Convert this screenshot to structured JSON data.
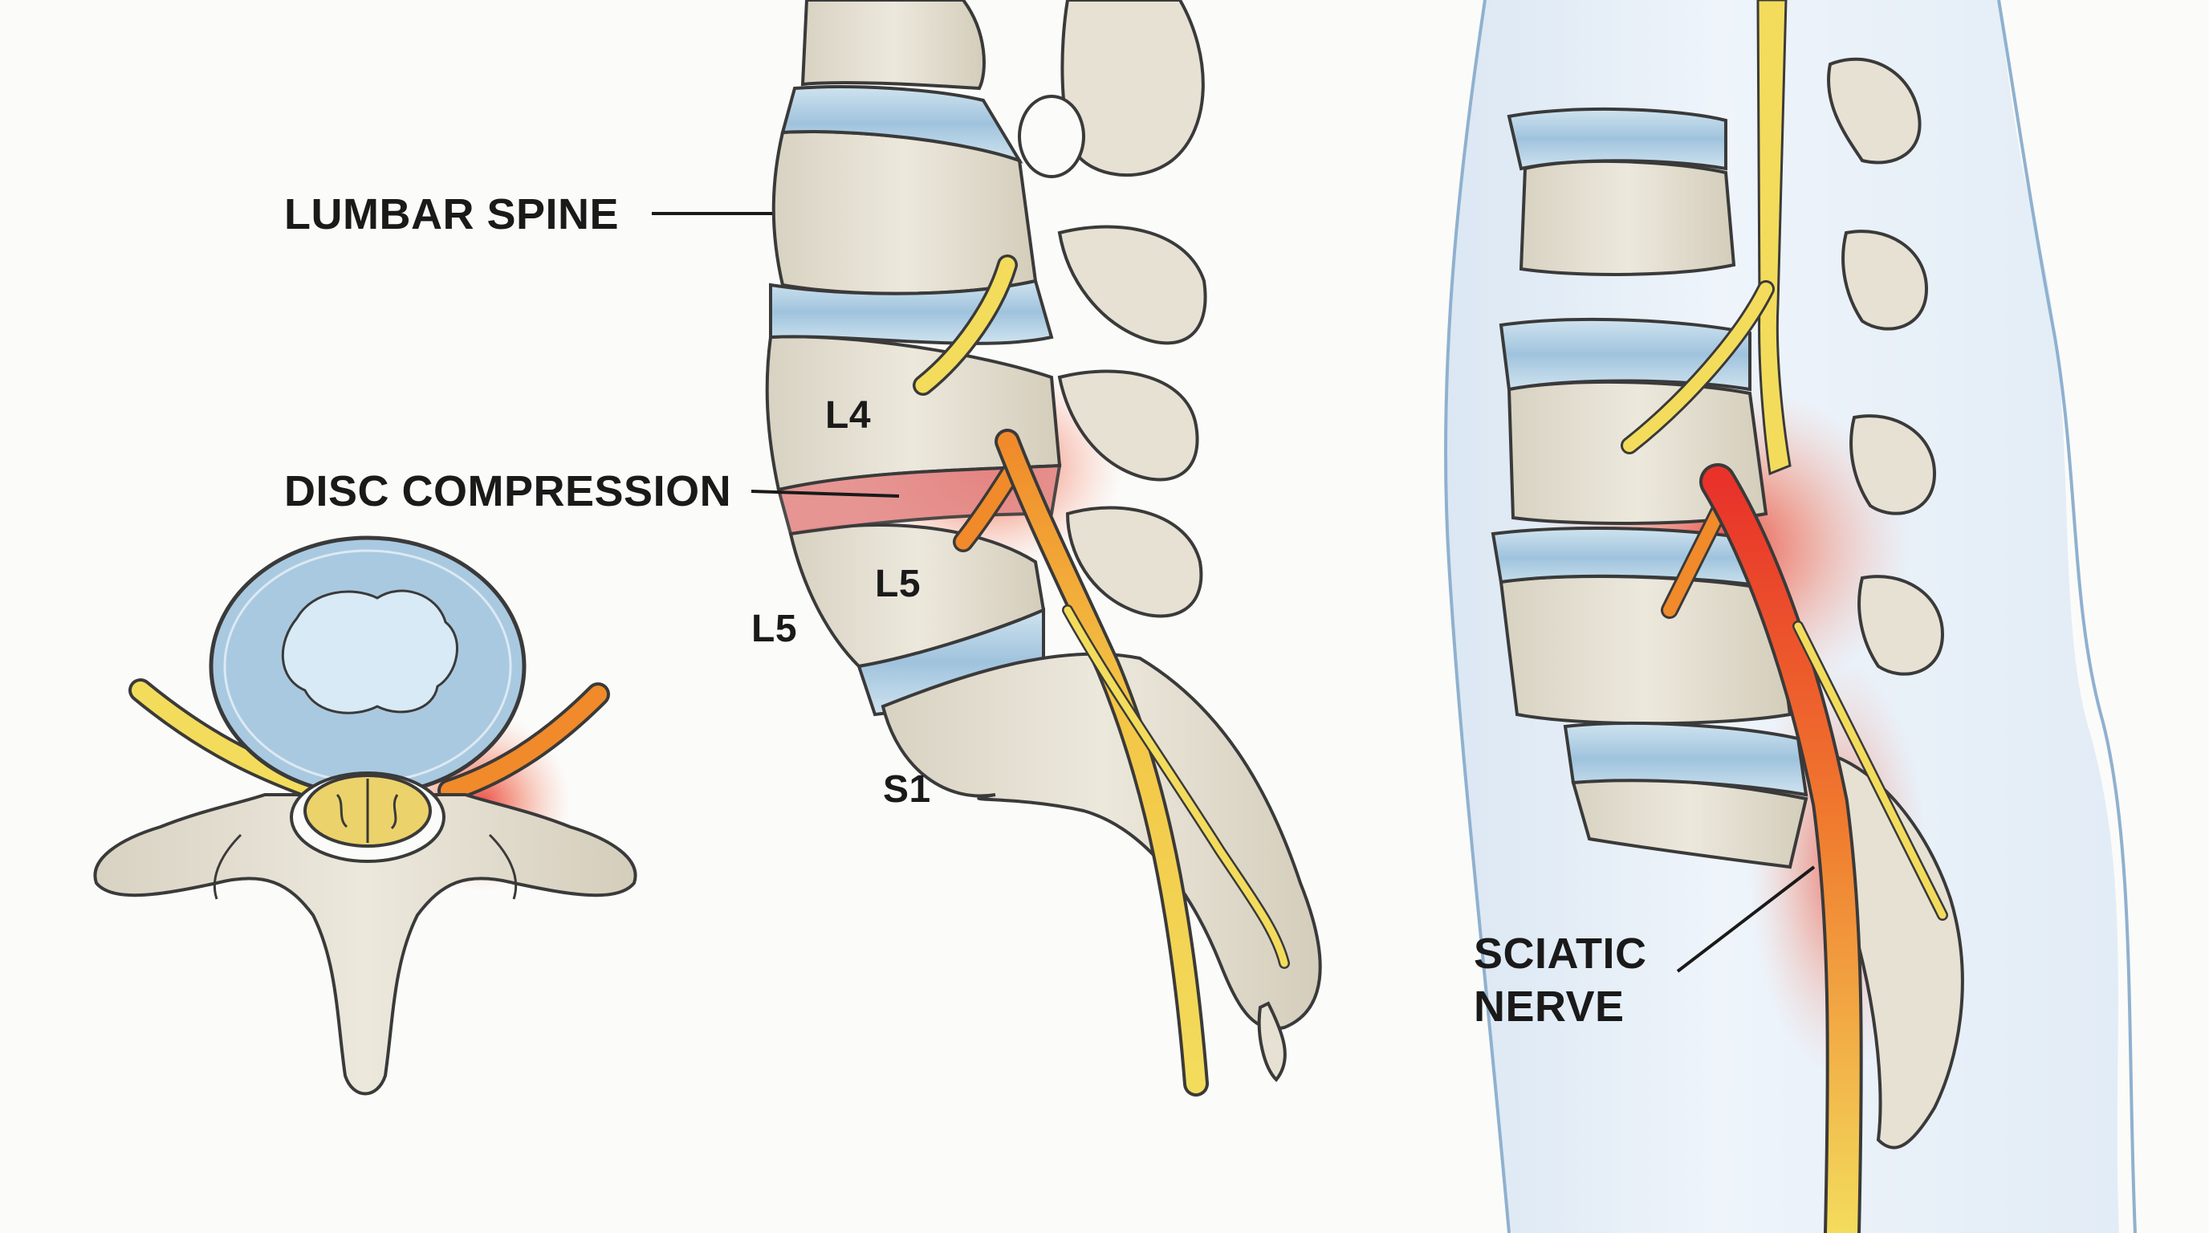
{
  "labels": {
    "lumbar_spine": "LUMBAR SPINE",
    "disc_compression": "DISC COMPRESSION",
    "l4": "L4",
    "l5_inner": "L5",
    "l5_outer": "L5",
    "s1": "S1",
    "sciatic_line1": "SCIATIC",
    "sciatic_line2": "NERVE"
  },
  "colors": {
    "background": "#fbfbf9",
    "bone": "#e6e1d3",
    "bone_shade": "#cfc8b6",
    "bone_outline": "#3a3a3a",
    "disc": "#a9c9e0",
    "disc_light": "#cfe3ef",
    "nerve": "#f3dc5c",
    "nerve_hot": "#f08a2a",
    "inflammation": "#e8322a",
    "body_tint": "#e4eef7",
    "body_outline": "#8fb1cf"
  },
  "icons": [
    "axial-vertebra-illustration",
    "lateral-spine-illustration",
    "body-spine-illustration"
  ]
}
